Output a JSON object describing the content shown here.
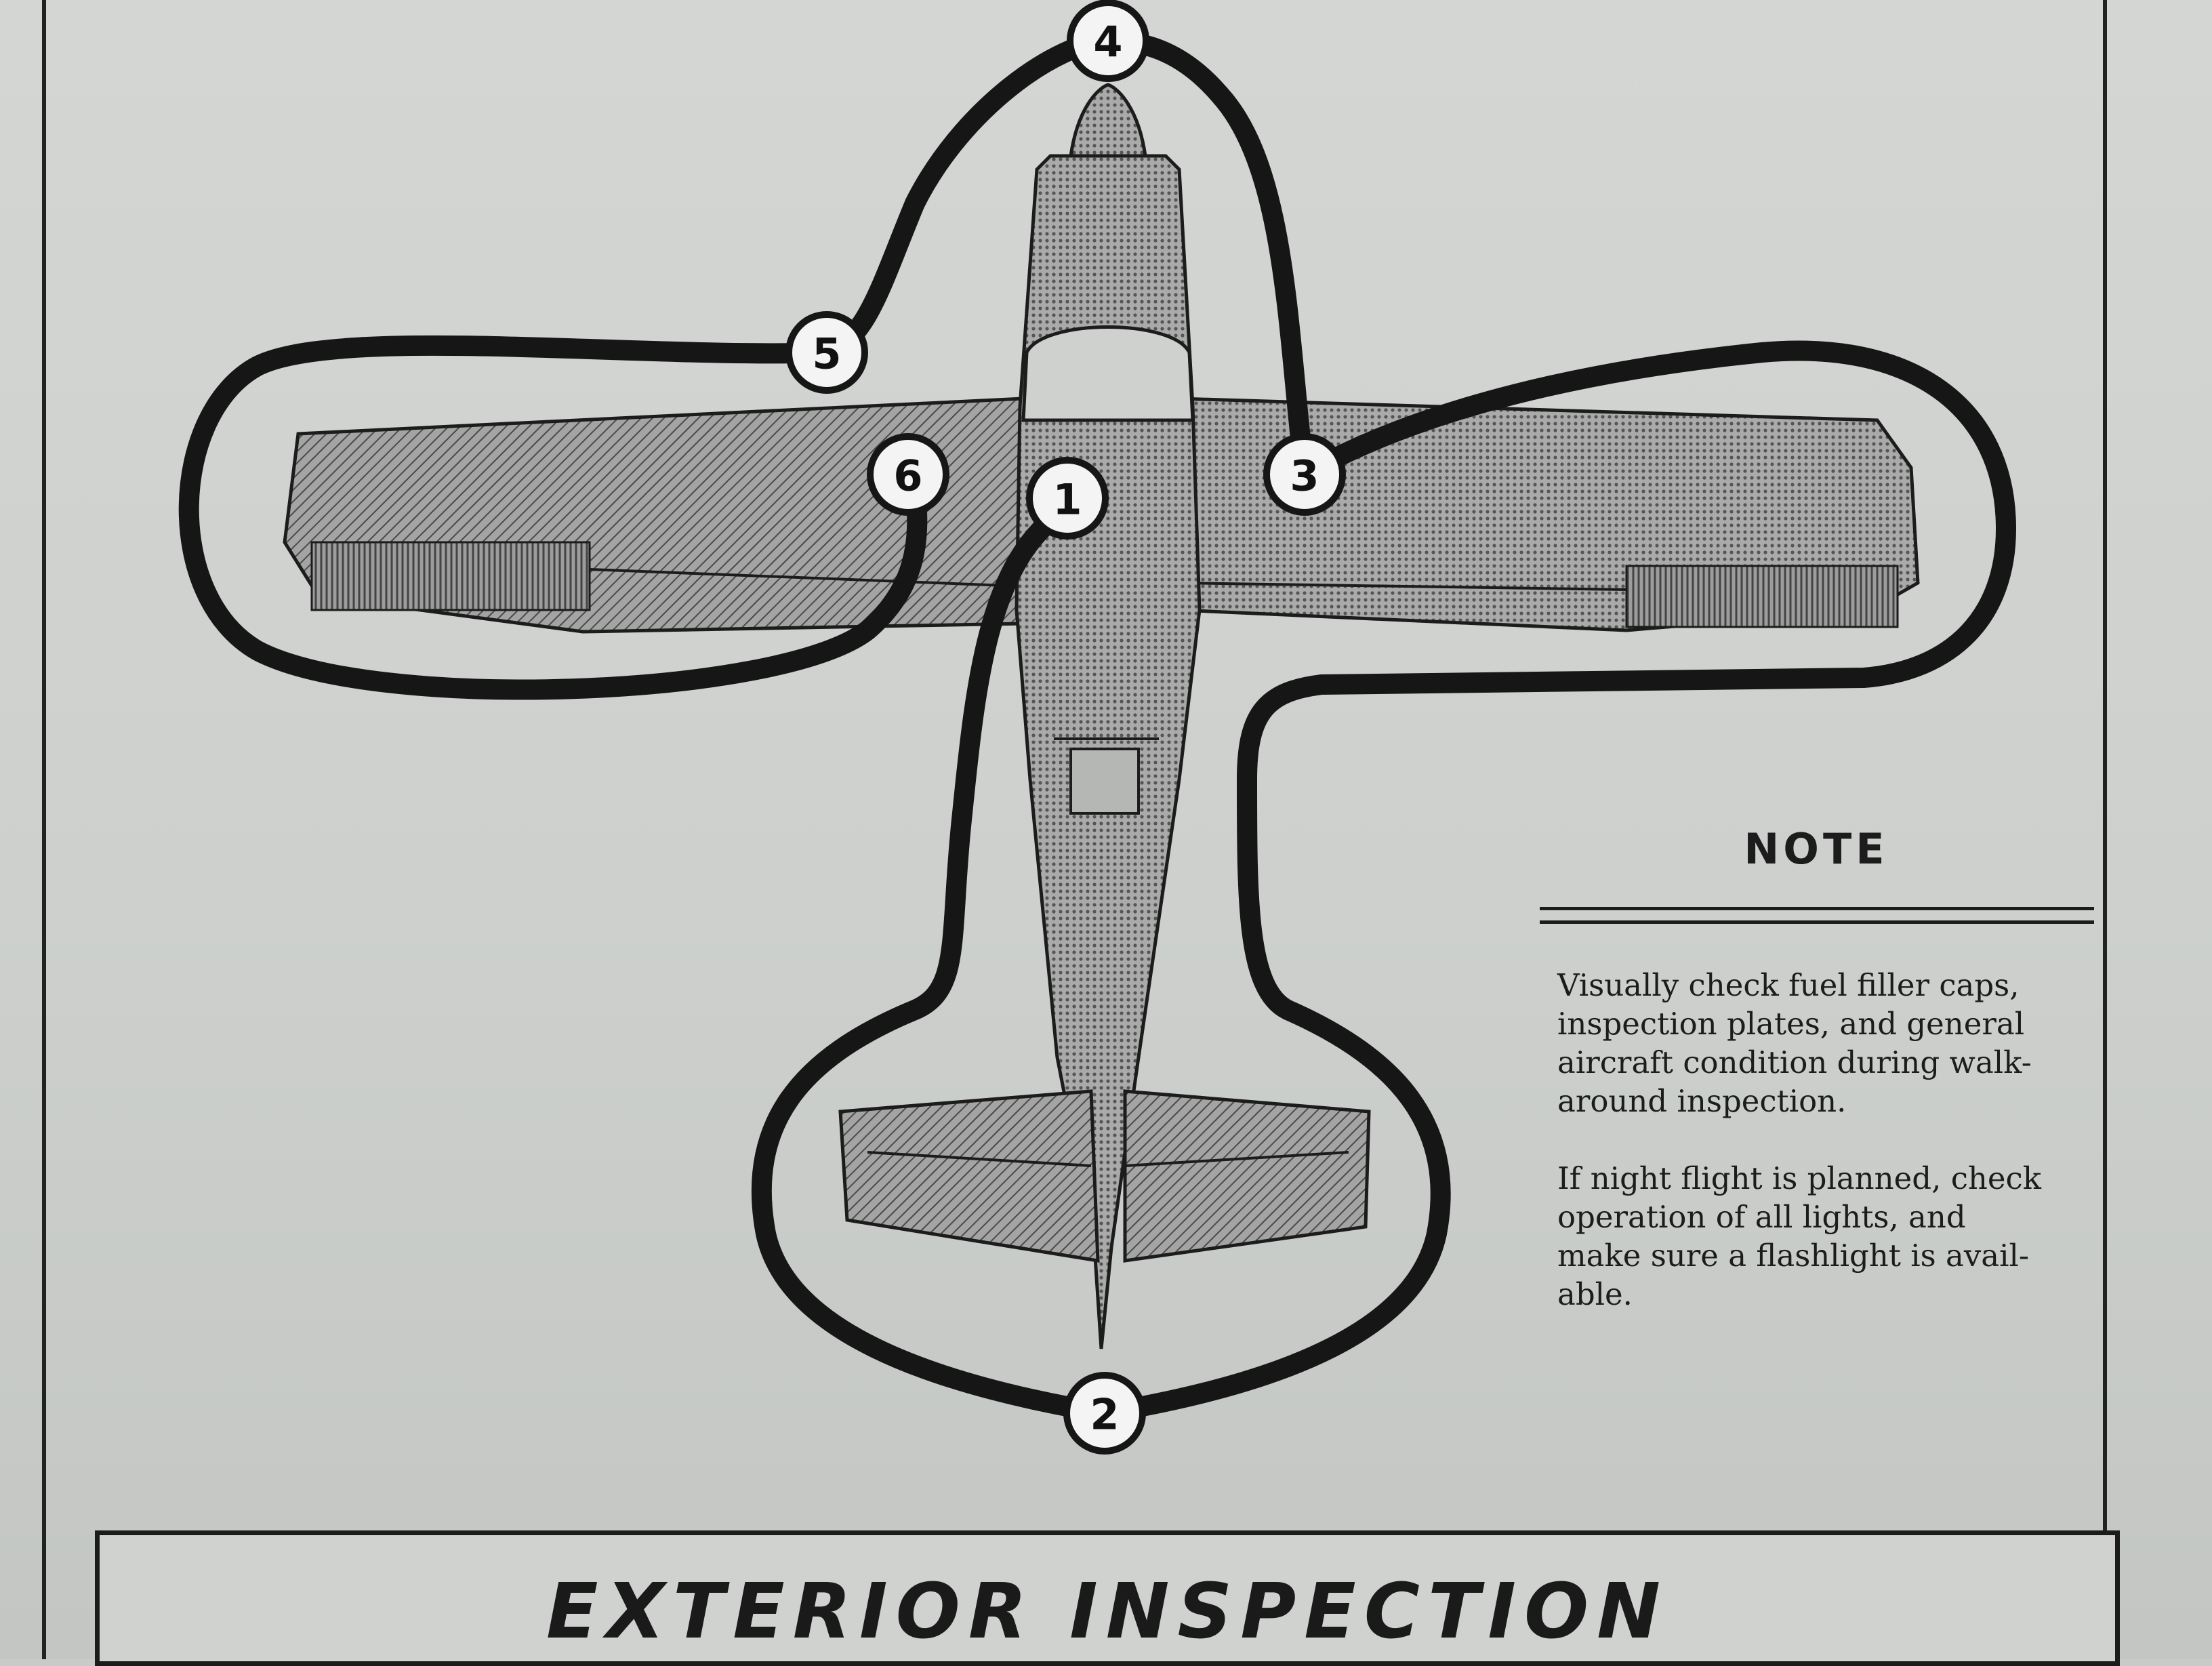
{
  "figure": {
    "title": "EXTERIOR INSPECTION",
    "stops": [
      "1",
      "2",
      "3",
      "4",
      "5",
      "6"
    ]
  },
  "note": {
    "heading": "NOTE",
    "lines_p1": [
      "Visually check fuel filler caps,",
      "inspection plates, and general",
      "aircraft condition during walk-",
      "around inspection."
    ],
    "lines_p2": [
      "If night flight is planned, check",
      "operation of all lights, and",
      "make sure a flashlight is avail-",
      "able."
    ]
  }
}
